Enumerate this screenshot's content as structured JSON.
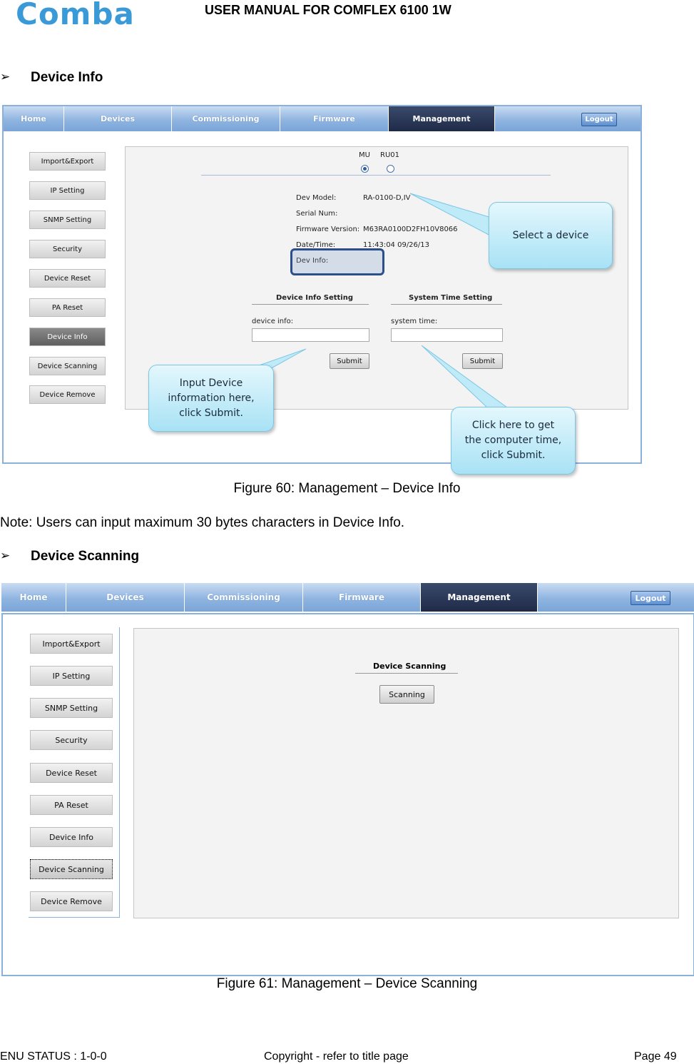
{
  "header": {
    "logo_text": "Comba",
    "title": "USER MANUAL FOR COMFLEX 6100 1W"
  },
  "sections": {
    "device_info": {
      "heading": "Device Info",
      "caption": "Figure 60: Management – Device Info"
    },
    "device_scanning": {
      "heading": "Device Scanning",
      "caption": "Figure 61: Management – Device Scanning"
    }
  },
  "note": "Note: Users can input maximum 30 bytes characters in Device Info.",
  "nav": {
    "tabs": [
      "Home",
      "Devices",
      "Commissioning",
      "Firmware",
      "Management"
    ],
    "active": "Management",
    "logout": "Logout"
  },
  "sidebar": {
    "items": [
      "Import&Export",
      "IP Setting",
      "SNMP Setting",
      "Security",
      "Device Reset",
      "PA Reset",
      "Device Info",
      "Device Scanning",
      "Device Remove"
    ]
  },
  "fig60": {
    "radio_labels": [
      "MU",
      "RU01"
    ],
    "info_labels": [
      "Dev Model:",
      "Serial Num:",
      "Firmware Version:",
      "Date/Time:",
      "Dev Info:"
    ],
    "info_values": [
      "RA-0100-D,IV",
      "",
      "M63RA0100D2FH10V8066",
      "11:43:04 09/26/13",
      ""
    ],
    "device_info_setting": "Device Info Setting",
    "system_time_setting": "System Time Setting",
    "device_info_label": "device info:",
    "system_time_label": "system time:",
    "submit": "Submit",
    "callouts": {
      "select_device": "Select a device",
      "input_device": "Input Device\ninformation here,\nclick Submit.",
      "computer_time": "Click here to get\nthe computer time,\nclick Submit."
    }
  },
  "fig61": {
    "title": "Device Scanning",
    "button": "Scanning"
  },
  "footer": {
    "left": "ENU STATUS : 1-0-0",
    "center": "Copyright - refer to title page",
    "right": "Page 49"
  }
}
